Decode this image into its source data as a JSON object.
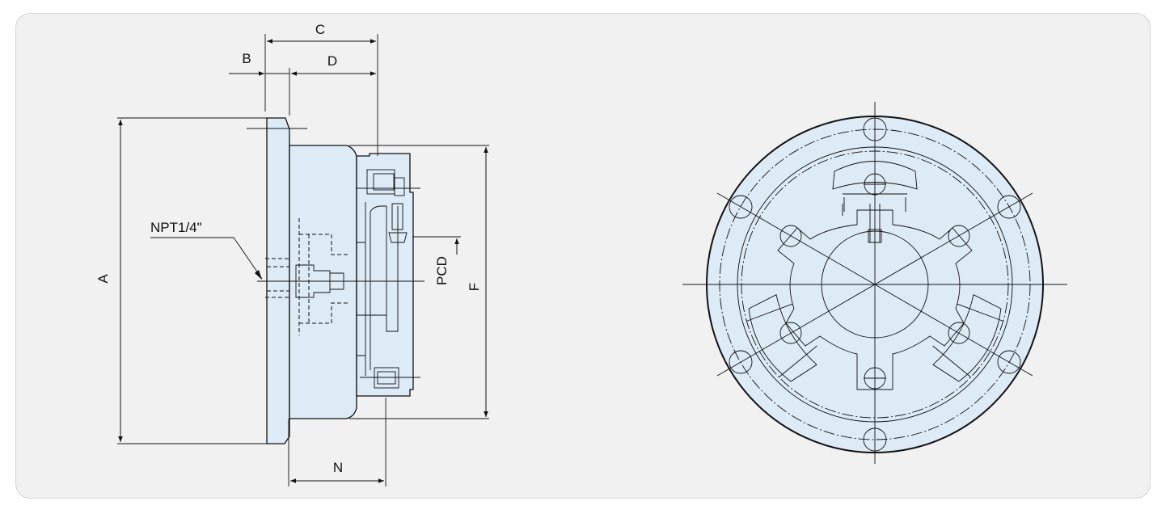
{
  "side_view": {
    "labels": {
      "A": "A",
      "B": "B",
      "C": "C",
      "D": "D",
      "F": "F",
      "N": "N",
      "PCD": "PCD",
      "port": "NPT1/4\""
    }
  },
  "colors": {
    "panel_background": "#f1f1f1",
    "body_fill": "#ddebf7",
    "line": "#111111"
  }
}
